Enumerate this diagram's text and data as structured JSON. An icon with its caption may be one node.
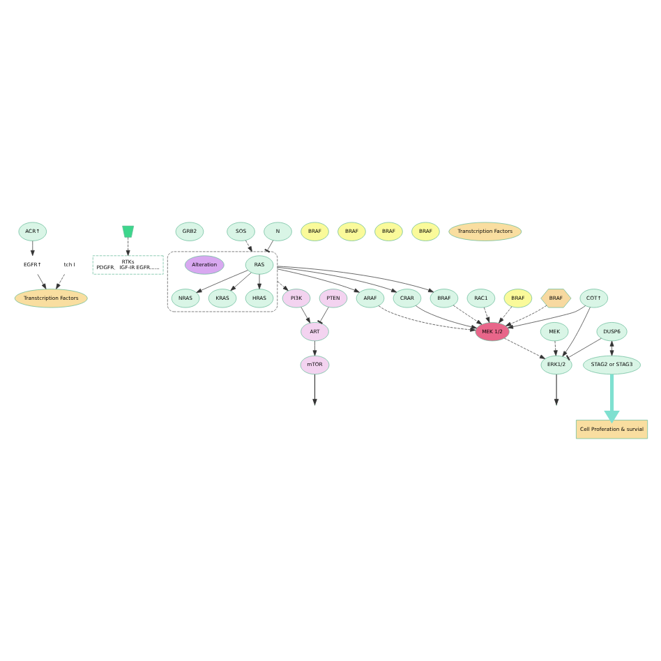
{
  "diagram": {
    "nodes": [
      {
        "text": [
          "ACR↑"
        ]
      },
      {
        "text": [
          "EGFR↑"
        ]
      },
      {
        "text": [
          "tch I"
        ]
      },
      {
        "text": [
          "RTKs",
          "PDGFR、IGF-IR EGFR......"
        ]
      },
      {
        "text": [],
        "shape": "receptor"
      },
      {
        "text": [
          "GRB2"
        ]
      },
      {
        "text": [
          "SOS"
        ]
      },
      {
        "text": [],
        "shape": "cloud"
      },
      {
        "text": [
          "RAS"
        ],
        "in": 7
      },
      {
        "text": [
          "Alteration"
        ],
        "in": 7
      },
      {
        "text": [
          "NRAS"
        ],
        "in": 7
      },
      {
        "text": [
          "KRAS"
        ],
        "in": 7
      },
      {
        "text": [
          "HRAS"
        ],
        "in": 7
      },
      {
        "text": [
          "N"
        ]
      },
      {
        "text": [
          "PI3K"
        ]
      },
      {
        "text": [
          "PTEN"
        ]
      },
      {
        "text": [
          "ART"
        ]
      },
      {
        "text": [
          "mTOR"
        ]
      },
      {
        "text": [
          "ARAF"
        ]
      },
      {
        "text": [
          "CRAR"
        ]
      },
      {
        "text": [
          "BRAF"
        ]
      },
      {
        "text": [
          "RAC1"
        ]
      },
      {
        "text": [
          "BRAF"
        ]
      },
      {
        "text": [
          "BRAF"
        ]
      },
      {
        "text": [
          "BRAF"
        ]
      },
      {
        "text": [
          "BRAF"
        ]
      },
      {
        "text": [
          "BRAF"
        ]
      },
      {
        "text": [
          "MEK 1/2"
        ]
      },
      {
        "text": [
          "BRAF"
        ]
      },
      {
        "text": [
          "MEK"
        ]
      },
      {
        "text": [
          "COT↑"
        ]
      },
      {
        "text": [
          "ERK1/2"
        ]
      },
      {
        "text": [
          "DUSP6"
        ]
      },
      {
        "text": [
          "STAG2 or STAG3"
        ]
      },
      {
        "text": [
          "Transtcription Factors"
        ]
      },
      {
        "text": [
          "Transtcription Factors"
        ]
      },
      {
        "text": [
          "Cell Proferation & survial"
        ]
      }
    ],
    "edges": [
      {
        "from": 0,
        "to": 1,
        "arrow": "to"
      },
      {
        "from": 1,
        "to": 34,
        "arrow": "to"
      },
      {
        "from": 2,
        "to": 34,
        "arrow": "to",
        "style": "dashed"
      },
      {
        "from": 4,
        "to": 3,
        "arrow": "to",
        "style": "dashed"
      },
      {
        "from": 6,
        "to": 7,
        "arrow": "to",
        "style": "dashed"
      },
      {
        "from": 7,
        "to": 14,
        "arrow": "to",
        "style": "dashed"
      },
      {
        "from": 8,
        "to": 10,
        "arrow": "to"
      },
      {
        "from": 8,
        "to": 11,
        "arrow": "to"
      },
      {
        "from": 8,
        "to": 12,
        "arrow": "to"
      },
      {
        "from": 13,
        "to": 7,
        "arrow": "other"
      },
      {
        "from": 14,
        "to": 16,
        "arrow": "to"
      },
      {
        "from": 15,
        "to": 16,
        "arrow": "other"
      },
      {
        "from": 16,
        "to": 17,
        "arrow": "to"
      },
      {
        "from": 17,
        "to": null,
        "arrow": "to"
      },
      {
        "from": 7,
        "to": 18,
        "arrow": "to"
      },
      {
        "from": 7,
        "to": 19,
        "arrow": "to"
      },
      {
        "from": 7,
        "to": 20,
        "arrow": "to"
      },
      {
        "from": 18,
        "to": 27,
        "arrow": "to",
        "style": "dashed"
      },
      {
        "from": 19,
        "to": 27,
        "arrow": "to"
      },
      {
        "from": 20,
        "to": 27,
        "arrow": "to",
        "style": "dashed"
      },
      {
        "from": 21,
        "to": 27,
        "arrow": "to",
        "style": "dashed"
      },
      {
        "from": 25,
        "to": 27,
        "arrow": "to",
        "style": "dashed"
      },
      {
        "from": 28,
        "to": 27,
        "arrow": "to",
        "style": "dashed"
      },
      {
        "from": 30,
        "to": 27,
        "arrow": "to"
      },
      {
        "from": 30,
        "to": 31,
        "arrow": "to"
      },
      {
        "from": 27,
        "to": 31,
        "arrow": "to",
        "style": "dashed"
      },
      {
        "from": 29,
        "to": 31,
        "arrow": "to",
        "style": "dashed"
      },
      {
        "from": 32,
        "to": 31,
        "arrow": "other"
      },
      {
        "from": 32,
        "to": 33,
        "arrow": "both"
      },
      {
        "from": 31,
        "to": null,
        "arrow": "to"
      },
      {
        "from": 33,
        "to": 36,
        "arrow": "to",
        "style": "thick",
        "color": "#7fe0d0"
      }
    ]
  }
}
